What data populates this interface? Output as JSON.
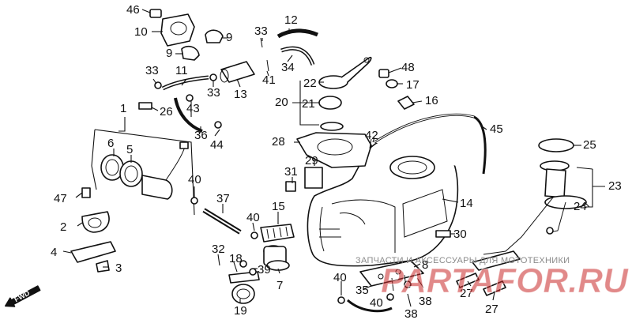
{
  "watermark": {
    "caption": "ЗАПЧАСТИ И АКСЕССУАРЫ ДЛЯ МОТОТЕХНИКИ",
    "logo": "PARTAFOR.RU",
    "color": "#c82828"
  },
  "fwd_label": "FWD",
  "callouts": {
    "c1": "1",
    "c2": "2",
    "c3": "3",
    "c4": "4",
    "c5": "5",
    "c6": "6",
    "c7": "7",
    "c8": "8",
    "c9a": "9",
    "c9b": "9",
    "c10": "10",
    "c11": "11",
    "c12": "12",
    "c13": "13",
    "c14": "14",
    "c15": "15",
    "c16": "16",
    "c17": "17",
    "c18": "18",
    "c19": "19",
    "c20": "20",
    "c21": "21",
    "c22": "22",
    "c23": "23",
    "c24": "24",
    "c25": "25",
    "c26": "26",
    "c27a": "27",
    "c27b": "27",
    "c28": "28",
    "c29": "29",
    "c30": "30",
    "c31": "31",
    "c32": "32",
    "c33a": "33",
    "c33b": "33",
    "c33c": "33",
    "c34": "34",
    "c35": "35",
    "c36": "36",
    "c37": "37",
    "c38a": "38",
    "c38b": "38",
    "c39": "39",
    "c40a": "40",
    "c40b": "40",
    "c40c": "40",
    "c40d": "40",
    "c41": "41",
    "c42": "42",
    "c43": "43",
    "c44": "44",
    "c45": "45",
    "c46": "46",
    "c47": "47",
    "c48": "48"
  }
}
